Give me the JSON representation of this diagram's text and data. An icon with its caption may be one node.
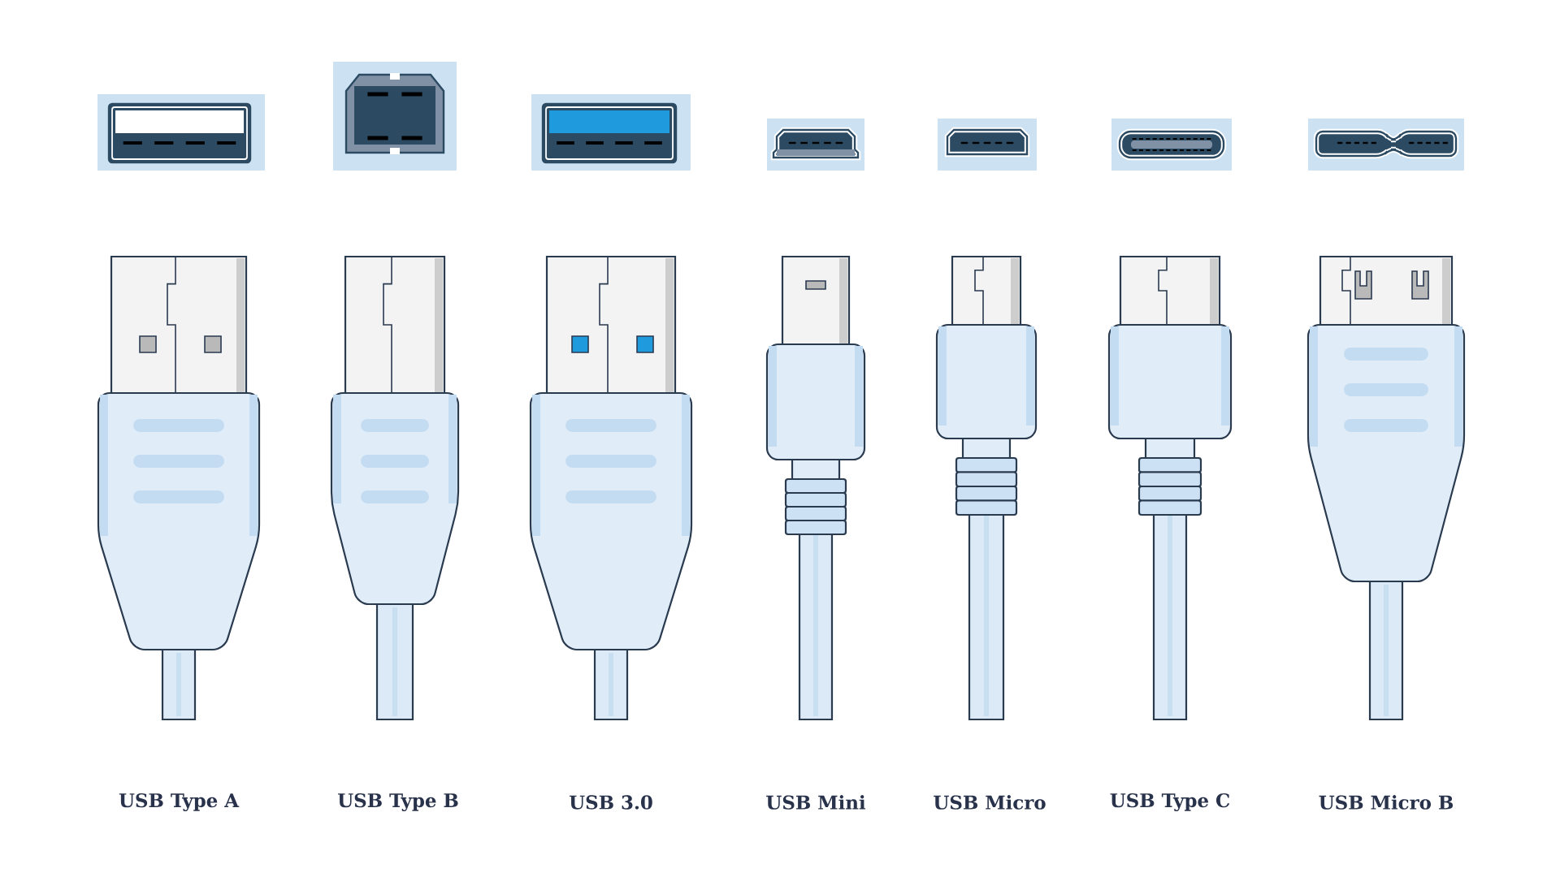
{
  "diagram": {
    "labels": [
      "USB Type A",
      "USB Type B",
      "USB 3.0",
      "USB Mini",
      "USB Micro",
      "USB Type C",
      "USB Micro B"
    ]
  }
}
